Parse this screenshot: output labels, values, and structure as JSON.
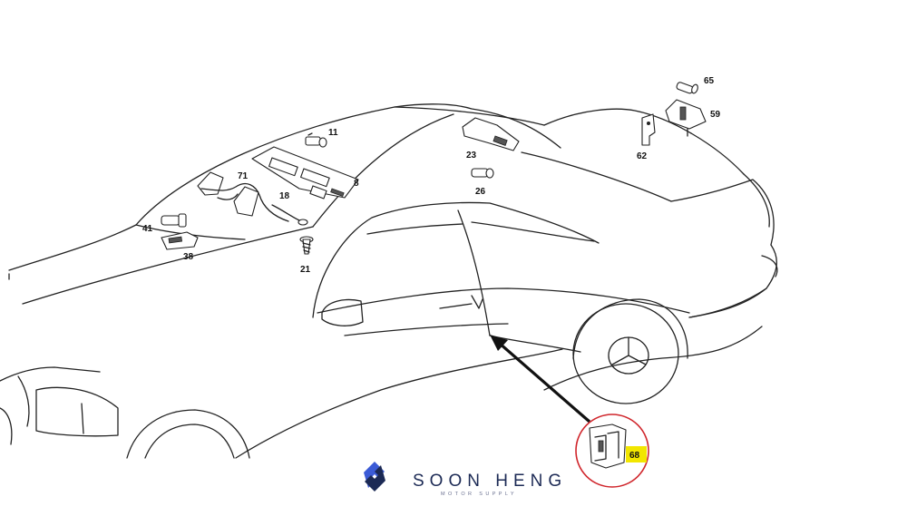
{
  "diagram": {
    "parts": [
      {
        "number": "11",
        "icon": "bulb-icon"
      },
      {
        "number": "8",
        "icon": "overhead-console-icon"
      },
      {
        "number": "71",
        "icon": "wiring-harness-icon"
      },
      {
        "number": "18",
        "icon": "connector-icon"
      },
      {
        "number": "41",
        "icon": "bulb-icon"
      },
      {
        "number": "38",
        "icon": "lamp-housing-icon"
      },
      {
        "number": "21",
        "icon": "screw-icon"
      },
      {
        "number": "23",
        "icon": "rear-lamp-housing-icon"
      },
      {
        "number": "26",
        "icon": "bulb-icon"
      },
      {
        "number": "65",
        "icon": "bulb-icon"
      },
      {
        "number": "59",
        "icon": "lamp-holder-icon"
      },
      {
        "number": "62",
        "icon": "bracket-icon"
      }
    ],
    "highlighted_part": {
      "number": "68",
      "icon": "door-switch-icon",
      "highlight_color": "#f2e600",
      "circle_color": "#d0262c"
    }
  },
  "brand": {
    "name": "SOON HENG",
    "tagline": "MOTOR SUPPLY",
    "logo_colors": [
      "#3b5bd6",
      "#1c2a55"
    ]
  }
}
